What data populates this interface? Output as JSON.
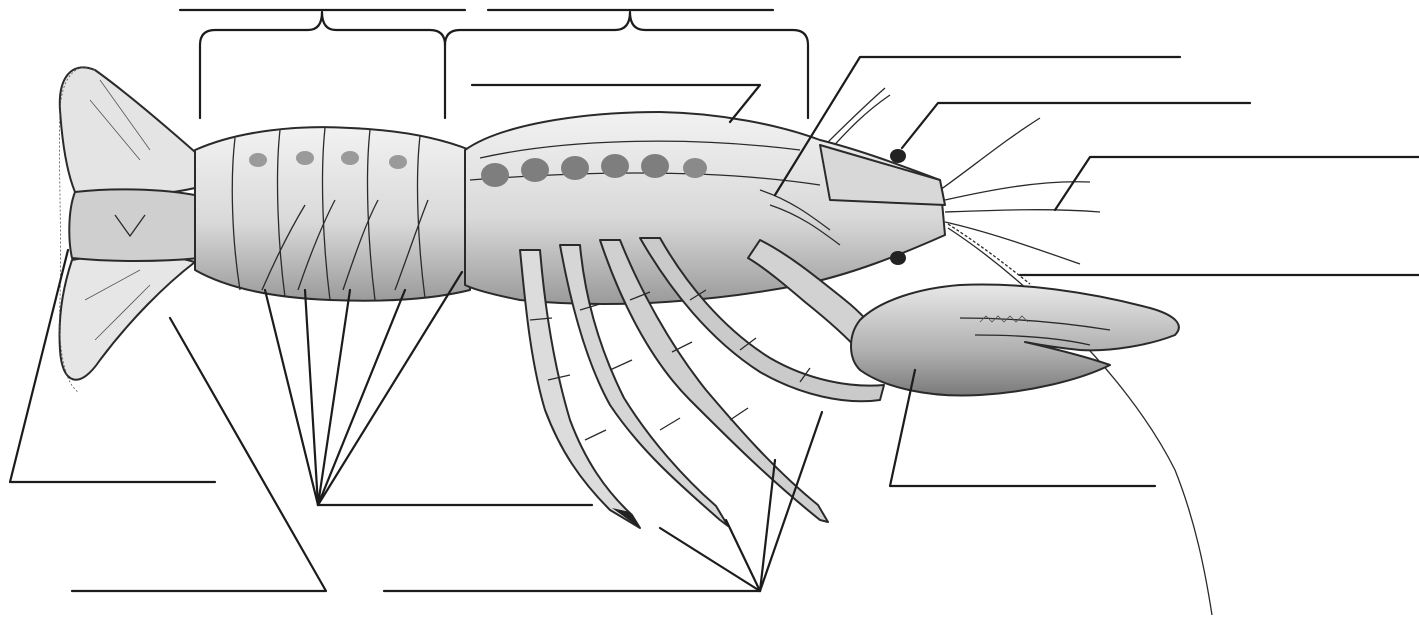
{
  "diagram": {
    "subject": "lobster",
    "view": "lateral",
    "labels": [
      {
        "id": "telson",
        "text": ""
      },
      {
        "id": "uropod",
        "text": ""
      },
      {
        "id": "swimmerets",
        "text": ""
      },
      {
        "id": "abdomen",
        "text": ""
      },
      {
        "id": "cephalothorax",
        "text": ""
      },
      {
        "id": "carapace",
        "text": ""
      },
      {
        "id": "mouthparts",
        "text": ""
      },
      {
        "id": "eye",
        "text": ""
      },
      {
        "id": "antennule",
        "text": ""
      },
      {
        "id": "antenna",
        "text": ""
      },
      {
        "id": "cheliped",
        "text": ""
      },
      {
        "id": "walking-legs",
        "text": ""
      }
    ],
    "colors": {
      "ink": "#1c1c1c",
      "body_light": "#e6e6e6",
      "body_mid": "#bdbdbd",
      "body_dark": "#6e6e6e",
      "background": "#ffffff"
    }
  }
}
